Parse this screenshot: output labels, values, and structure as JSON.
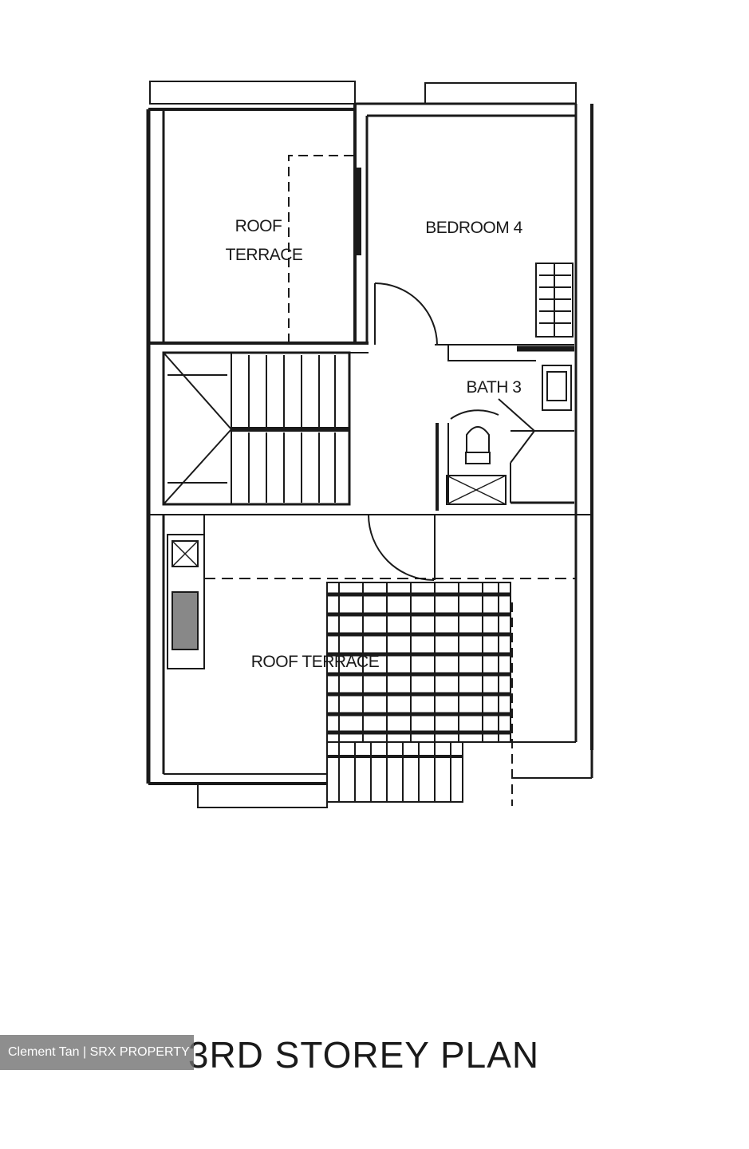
{
  "rooms": {
    "roof_terrace_upper": [
      "ROOF",
      "TERRACE"
    ],
    "bedroom": "BEDROOM 4",
    "bath": "BATH 3",
    "roof_terrace_lower": "ROOF TERRACE"
  },
  "plan_title": "3RD STOREY PLAN",
  "watermark": "Clement Tan | SRX PROPERTY"
}
